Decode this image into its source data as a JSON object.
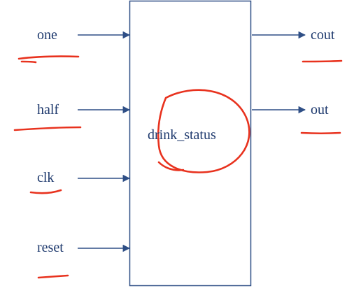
{
  "diagram": {
    "module_name": "drink_status",
    "inputs": [
      "one",
      "half",
      "clk",
      "reset"
    ],
    "outputs": [
      "cout",
      "out"
    ]
  },
  "colors": {
    "line": "#2f4f86",
    "text": "#1f3a6e",
    "annotation": "#e8321e",
    "background": "#ffffff"
  }
}
